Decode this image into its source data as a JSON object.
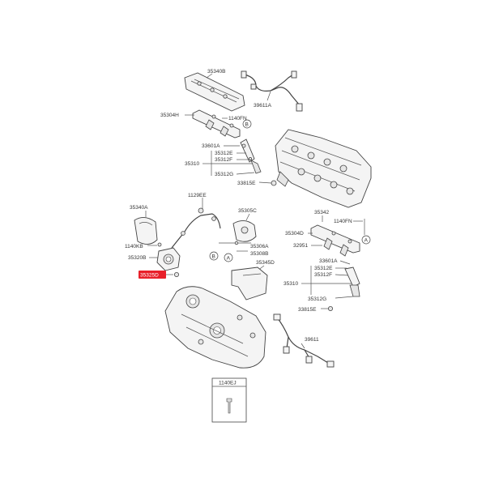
{
  "labels": {
    "p35340B": "35340B",
    "p39611A": "39611A",
    "p35304H": "35304H",
    "p1140FN_top": "1140FN",
    "p33601A_top": "33601A",
    "p35312E_top": "35312E",
    "p35312F_top": "35312F",
    "p35310_top": "35310",
    "p35312G_top": "35312G",
    "p33815E_top": "33815E",
    "p1129EE": "1129EE",
    "p35340A": "35340A",
    "p1140KB": "1140KB",
    "p35320B": "35320B",
    "p35325D": "35325D",
    "p35305C": "35305C",
    "p35306A": "35306A",
    "p35308B": "35308B",
    "p35345D": "35345D",
    "p35342": "35342",
    "p1140FN_right": "1140FN",
    "p35304D": "35304D",
    "p32951": "32951",
    "p33601A_right": "33601A",
    "p35312E_right": "35312E",
    "p35312F_right": "35312F",
    "p35310_right": "35310",
    "p35312G_right": "35312G",
    "p33815E_right": "33815E",
    "p39611": "39611",
    "p1140EJ": "1140EJ"
  },
  "callouts": {
    "a": "A",
    "b": "B"
  },
  "highlight_color": "#e8202a",
  "highlighted_part": "35325D"
}
